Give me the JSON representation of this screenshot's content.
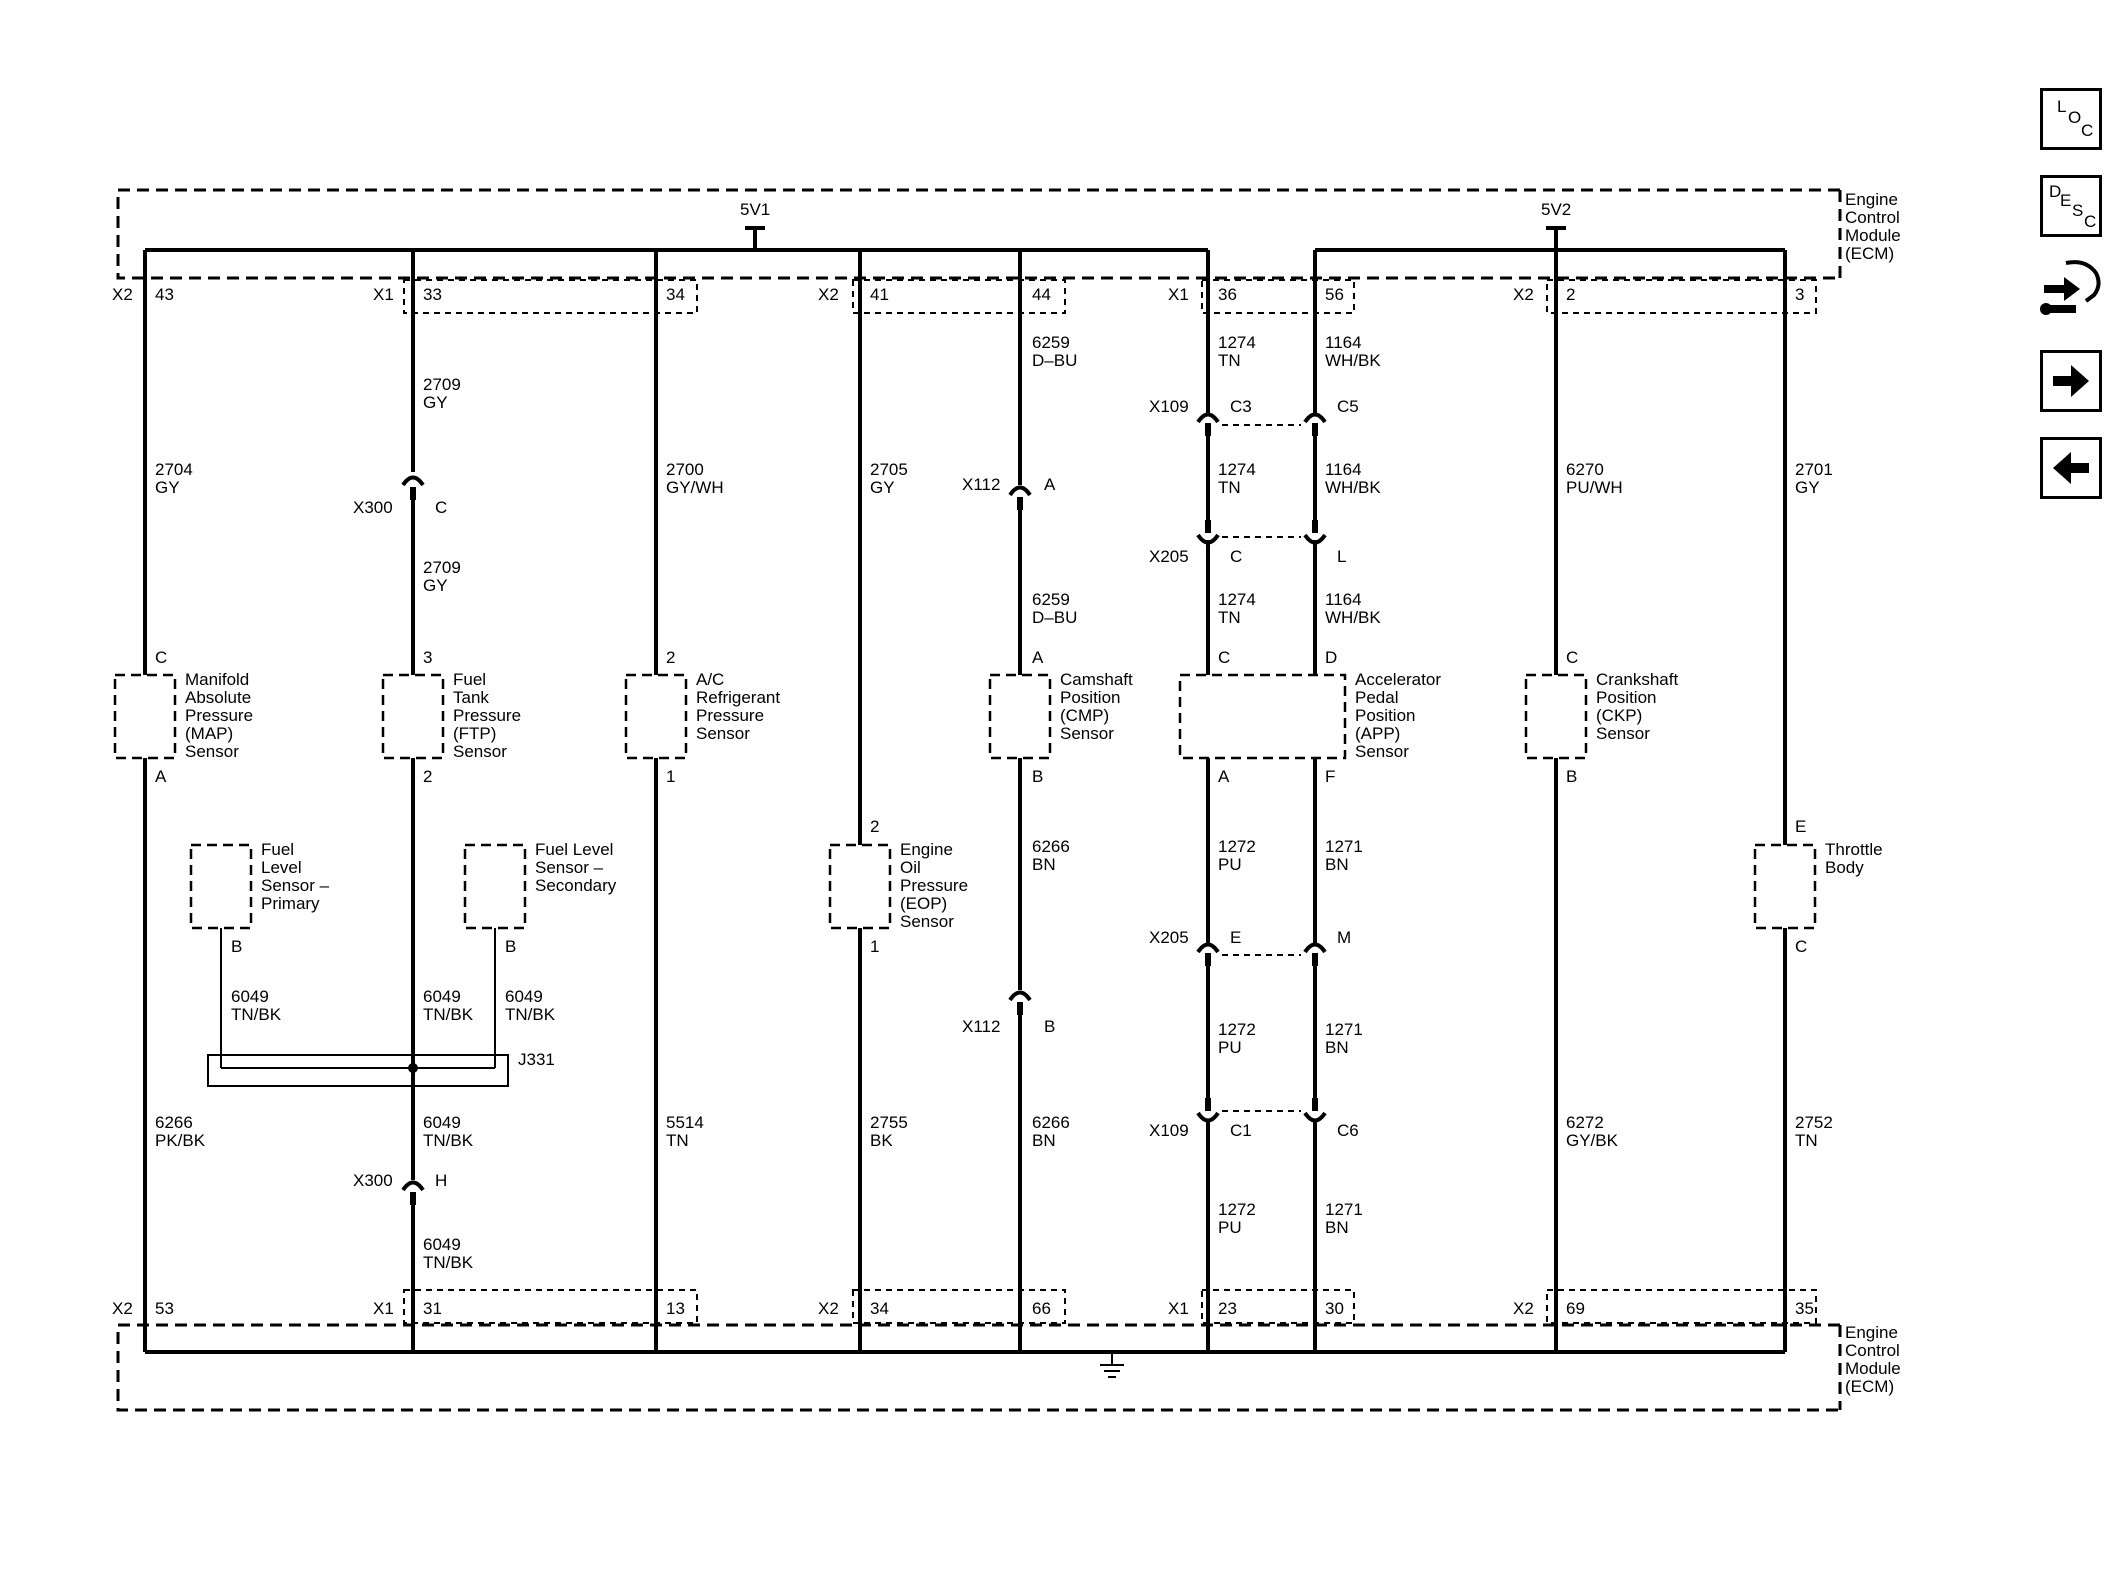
{
  "ecm": {
    "name_top": [
      "Engine",
      "Control",
      "Module",
      "(ECM)"
    ],
    "name_bottom": [
      "Engine",
      "Control",
      "Module",
      "(ECM)"
    ]
  },
  "refs": {
    "v1": "5V1",
    "v2": "5V2"
  },
  "top_conn": [
    {
      "conn": "X2",
      "pin": "43"
    },
    {
      "conn": "X1",
      "pin": "33"
    },
    {
      "pin": "34"
    },
    {
      "conn": "X2",
      "pin": "41"
    },
    {
      "pin": "44"
    },
    {
      "conn": "X1",
      "pin": "36"
    },
    {
      "pin": "56"
    },
    {
      "conn": "X2",
      "pin": "2"
    },
    {
      "pin": "3"
    }
  ],
  "bottom_conn": [
    {
      "conn": "X2",
      "pin": "53"
    },
    {
      "conn": "X1",
      "pin": "31"
    },
    {
      "pin": "13"
    },
    {
      "conn": "X2",
      "pin": "34"
    },
    {
      "pin": "66"
    },
    {
      "conn": "X1",
      "pin": "23"
    },
    {
      "pin": "30"
    },
    {
      "conn": "X2",
      "pin": "69"
    },
    {
      "pin": "35"
    }
  ],
  "wires": [
    {
      "num": "2704",
      "color": "GY"
    },
    {
      "num": "2709",
      "color": "GY"
    },
    {
      "num": "2709",
      "color": "GY"
    },
    {
      "num": "2700",
      "color": "GY/WH"
    },
    {
      "num": "2705",
      "color": "GY"
    },
    {
      "num": "6259",
      "color": "D–BU"
    },
    {
      "num": "6259",
      "color": "D–BU"
    },
    {
      "num": "1274",
      "color": "TN"
    },
    {
      "num": "1274",
      "color": "TN"
    },
    {
      "num": "1274",
      "color": "TN"
    },
    {
      "num": "1164",
      "color": "WH/BK"
    },
    {
      "num": "1164",
      "color": "WH/BK"
    },
    {
      "num": "1164",
      "color": "WH/BK"
    },
    {
      "num": "6270",
      "color": "PU/WH"
    },
    {
      "num": "2701",
      "color": "GY"
    },
    {
      "num": "6266",
      "color": "BN"
    },
    {
      "num": "6266",
      "color": "BN"
    },
    {
      "num": "1272",
      "color": "PU"
    },
    {
      "num": "1272",
      "color": "PU"
    },
    {
      "num": "1272",
      "color": "PU"
    },
    {
      "num": "1271",
      "color": "BN"
    },
    {
      "num": "1271",
      "color": "BN"
    },
    {
      "num": "1271",
      "color": "BN"
    },
    {
      "num": "6049",
      "color": "TN/BK"
    },
    {
      "num": "6049",
      "color": "TN/BK"
    },
    {
      "num": "6049",
      "color": "TN/BK"
    },
    {
      "num": "6049",
      "color": "TN/BK"
    },
    {
      "num": "6049",
      "color": "TN/BK"
    },
    {
      "num": "6266",
      "color": "PK/BK"
    },
    {
      "num": "5514",
      "color": "TN"
    },
    {
      "num": "2755",
      "color": "BK"
    },
    {
      "num": "6272",
      "color": "GY/BK"
    },
    {
      "num": "2752",
      "color": "TN"
    }
  ],
  "inline": [
    {
      "conn": "X300",
      "pin": "C"
    },
    {
      "conn": "X300",
      "pin": "H"
    },
    {
      "conn": "X112",
      "pin": "A"
    },
    {
      "conn": "X112",
      "pin": "B"
    },
    {
      "conn": "X109",
      "pin": "C3",
      "pin2": "C5"
    },
    {
      "conn": "X205",
      "pin": "C",
      "pin2": "L"
    },
    {
      "conn": "X205",
      "pin": "E",
      "pin2": "M"
    },
    {
      "conn": "X109",
      "pin": "C1",
      "pin2": "C6"
    }
  ],
  "splice": "J331",
  "sensors": [
    {
      "lines": [
        "Manifold",
        "Absolute",
        "Pressure",
        "(MAP)",
        "Sensor"
      ],
      "pin_top": "C",
      "pin_bottom": "A"
    },
    {
      "lines": [
        "Fuel",
        "Tank",
        "Pressure",
        "(FTP)",
        "Sensor"
      ],
      "pin_top": "3",
      "pin_bottom": "2"
    },
    {
      "lines": [
        "A/C",
        "Refrigerant",
        "Pressure",
        "Sensor"
      ],
      "pin_top": "2",
      "pin_bottom": "1"
    },
    {
      "lines": [
        "Camshaft",
        "Position",
        "(CMP)",
        "Sensor"
      ],
      "pin_top": "A",
      "pin_bottom": "B"
    },
    {
      "lines": [
        "Accelerator",
        "Pedal",
        "Position",
        "(APP)",
        "Sensor"
      ],
      "pin_top": "C",
      "pin_top2": "D",
      "pin_bottom": "A",
      "pin_bottom2": "F"
    },
    {
      "lines": [
        "Crankshaft",
        "Position",
        "(CKP)",
        "Sensor"
      ],
      "pin_top": "C",
      "pin_bottom": "B"
    },
    {
      "lines": [
        "Fuel",
        "Level",
        "Sensor –",
        "Primary"
      ],
      "pin_bottom": "B"
    },
    {
      "lines": [
        "Fuel Level",
        "Sensor –",
        "Secondary"
      ],
      "pin_bottom": "B"
    },
    {
      "lines": [
        "Engine",
        "Oil",
        "Pressure",
        "(EOP)",
        "Sensor"
      ],
      "pin_top": "2",
      "pin_bottom": "1"
    },
    {
      "lines": [
        "Throttle",
        "Body"
      ],
      "pin_top": "E",
      "pin_bottom": "C"
    }
  ],
  "nav": {
    "loc": [
      "L",
      "O",
      "C"
    ],
    "desc": [
      "D",
      "E",
      "S",
      "C"
    ]
  }
}
